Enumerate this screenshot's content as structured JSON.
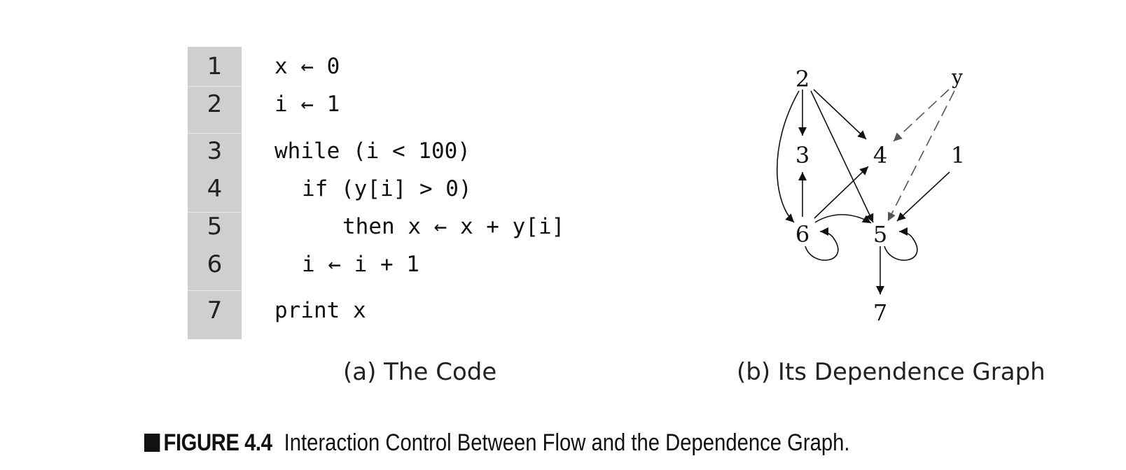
{
  "code": {
    "line_numbers": [
      "1",
      "2",
      "3",
      "4",
      "5",
      "6",
      "7"
    ],
    "lines": [
      "x ← 0",
      "i ← 1",
      "while (i < 100)",
      "if (y[i] > 0)",
      "then x ← x + y[i]",
      "i ← i + 1",
      "print x"
    ],
    "caption": "(a) The Code"
  },
  "graph": {
    "nodes": [
      "2",
      "y",
      "3",
      "4",
      "1",
      "6",
      "5",
      "7"
    ],
    "edges": [
      {
        "from": "2",
        "to": "3",
        "style": "solid"
      },
      {
        "from": "2",
        "to": "4",
        "style": "solid"
      },
      {
        "from": "2",
        "to": "5",
        "style": "solid"
      },
      {
        "from": "2",
        "to": "6",
        "style": "solid"
      },
      {
        "from": "y",
        "to": "4",
        "style": "dashed"
      },
      {
        "from": "y",
        "to": "5",
        "style": "dashed"
      },
      {
        "from": "1",
        "to": "5",
        "style": "solid"
      },
      {
        "from": "6",
        "to": "3",
        "style": "solid"
      },
      {
        "from": "6",
        "to": "4",
        "style": "solid"
      },
      {
        "from": "6",
        "to": "5",
        "style": "solid"
      },
      {
        "from": "6",
        "to": "6",
        "style": "solid"
      },
      {
        "from": "5",
        "to": "5",
        "style": "solid"
      },
      {
        "from": "5",
        "to": "7",
        "style": "solid"
      }
    ],
    "caption": "(b) Its Dependence Graph"
  },
  "figure": {
    "label": "FIGURE 4.4",
    "text": "Interaction Control Between Flow and the Dependence Graph."
  }
}
